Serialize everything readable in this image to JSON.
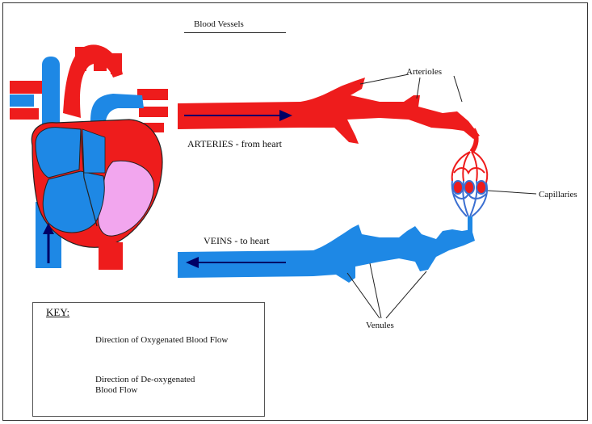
{
  "title": "Blood Vessels",
  "labels": {
    "arteries": "ARTERIES - from heart",
    "veins": "VEINS - to heart",
    "arterioles": "Arterioles",
    "capillaries": "Capillaries",
    "venules": "Venules"
  },
  "key": {
    "title": "KEY:",
    "oxygenated": "Direction of Oxygenated Blood Flow",
    "deoxygenated": "Direction of De-oxygenated Blood Flow"
  },
  "colors": {
    "oxygenated": "#ee1c1c",
    "deoxygenated": "#1e88e5",
    "heart_chamber": "#f2a6ee",
    "arrow": "#000066"
  }
}
